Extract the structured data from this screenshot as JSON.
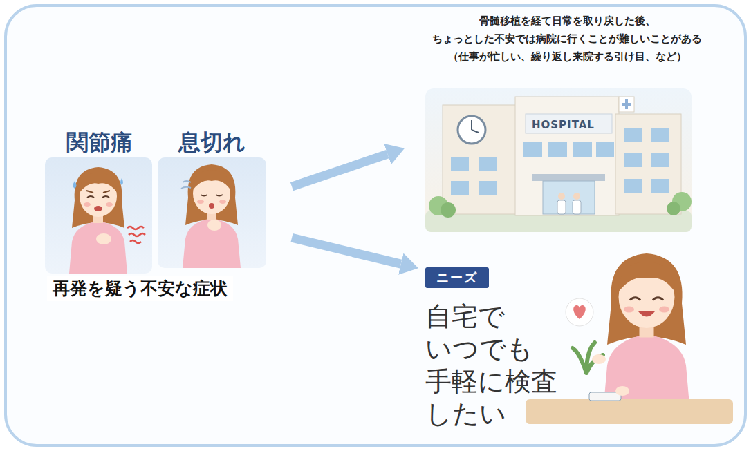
{
  "diagram": {
    "nodes": [
      {
        "text": [
          "再発を疑う不安な症状"
        ]
      },
      {
        "text": [
          "関節痛"
        ],
        "in": 0
      },
      {
        "text": [
          "息切れ"
        ],
        "in": 0
      },
      {
        "text": [
          "骨髄移植を経て日常を取り戻した後、 ちょっとした不安では病院に行くことが難しいことがある （仕事が忙しい、繰り返し来院する引け目、など）",
          "HOSPITAL"
        ]
      },
      {
        "text": [
          "ニーズ",
          "自宅で いつでも 手軽に検査 したい"
        ]
      }
    ],
    "edges": [
      {
        "from": 0,
        "to": 3,
        "arrow": "to"
      },
      {
        "from": 0,
        "to": 4,
        "arrow": "to"
      }
    ]
  }
}
